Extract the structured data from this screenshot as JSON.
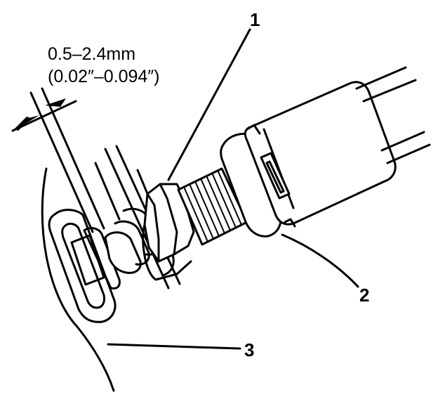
{
  "dimension": {
    "metric": "0.5–2.4mm",
    "imperial": "(0.02″–0.094″)"
  },
  "callouts": {
    "c1": "1",
    "c2": "2",
    "c3": "3"
  },
  "colors": {
    "ink": "#000000",
    "paper": "#ffffff"
  }
}
